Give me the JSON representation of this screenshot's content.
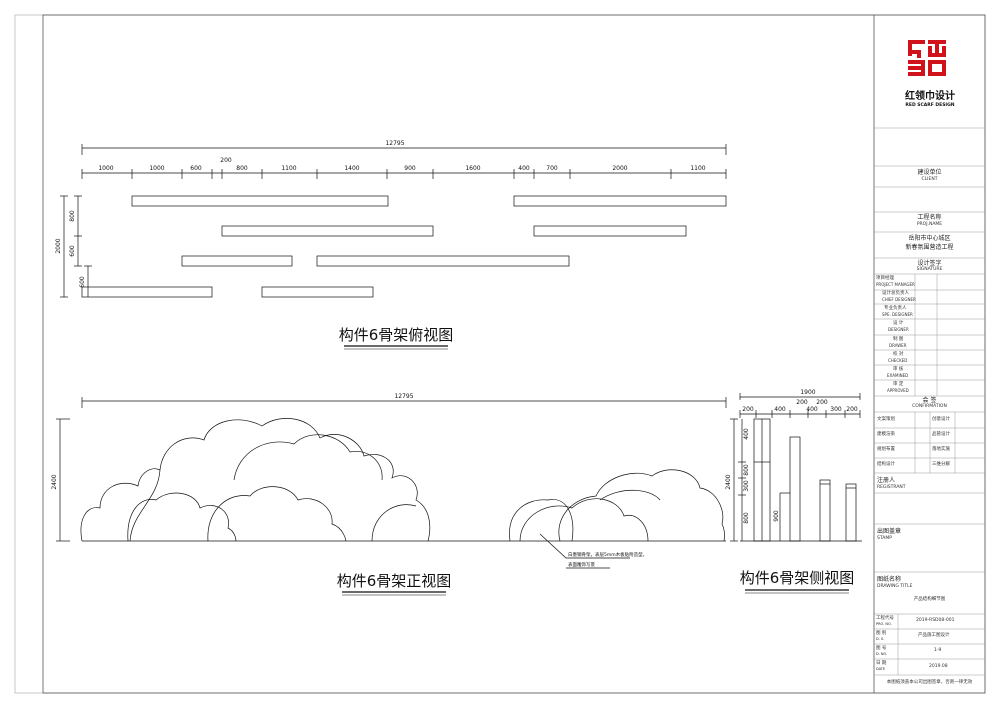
{
  "brand": {
    "logo_text": "RED SCARF DESIGN",
    "name_cn": "红领巾设计",
    "name_en": "RED SCARF DESIGN",
    "color": "#d0121b"
  },
  "drawings": {
    "top_view": {
      "title": "构件6骨架俯视图",
      "total_length": "12795",
      "segments": [
        "1000",
        "1000",
        "600",
        "200",
        "800",
        "1100",
        "1400",
        "900",
        "1600",
        "400",
        "700",
        "2000",
        "1100"
      ],
      "left_dims": [
        "800",
        "2000",
        "600",
        "600"
      ]
    },
    "front_view": {
      "title": "构件6骨架正视图",
      "total_length": "12795",
      "height": "2400",
      "note_line1": "白墨钢骨架，表层5mm木板贴附造型，",
      "note_line2": "表面雕饰写景"
    },
    "side_view": {
      "title": "构件6骨架侧视图",
      "total_width": "1900",
      "top_dims": [
        "200",
        "400",
        "200",
        "400",
        "200",
        "300",
        "200"
      ],
      "height": "2400",
      "left_dims": [
        "400",
        "800",
        "300",
        "800",
        "900"
      ]
    }
  },
  "title_block": {
    "client_cn": "建设单位",
    "client_en": "CLIENT",
    "project_cn": "工程名称",
    "project_en": "PROJ.NAME",
    "project_line1": "岳阳市中心城区",
    "project_line2": "新春氛围营造工程",
    "signature_cn": "设计签字",
    "signature_en": "SIGNATURE",
    "roles": [
      {
        "cn": "项目经理",
        "en": "PROJECT MANAGER"
      },
      {
        "cn": "设计总负责人",
        "en": "CHIEF DESIGNER"
      },
      {
        "cn": "专业负责人",
        "en": "SPE. DESIGNER"
      },
      {
        "cn": "设 计",
        "en": "DESIGNER"
      },
      {
        "cn": "制 图",
        "en": "DRAWER"
      },
      {
        "cn": "校 对",
        "en": "CHECKED"
      },
      {
        "cn": "审 核",
        "en": "EXAMINED"
      },
      {
        "cn": "审 定",
        "en": "APPROVED"
      }
    ],
    "confirm_cn": "会 签",
    "confirm_en": "CONFIRMATION",
    "confirm_rows": [
      [
        "文案策划",
        "创意设计"
      ],
      [
        "建模渲染",
        "品管设计"
      ],
      [
        "规划布置",
        "落地实施"
      ],
      [
        "结构设计",
        "三维分解"
      ]
    ],
    "registrant_cn": "注册人",
    "registrant_en": "REGISTRANT",
    "stamp_cn": "出图盖章",
    "stamp_en": "STAMP",
    "drawing_title_cn": "图纸名称",
    "drawing_title_en": "DRAWING TITLE",
    "drawing_title_value": "产品结构细节图",
    "proj_no_cn": "工程代号",
    "proj_no_en": "PRO. NO.",
    "proj_no_value": "2019-RSD08-001",
    "category_cn": "图 别",
    "category_en": "D. S.",
    "category_value": "产品施工图设计",
    "sheet_no_cn": "图 号",
    "sheet_no_en": "D. NO.",
    "sheet_no_value": "1-9",
    "date_cn": "日 期",
    "date_en": "DATE",
    "date_value": "2019.08",
    "footer": "本图纸须盖本公司出图签章，否则一律无效"
  }
}
